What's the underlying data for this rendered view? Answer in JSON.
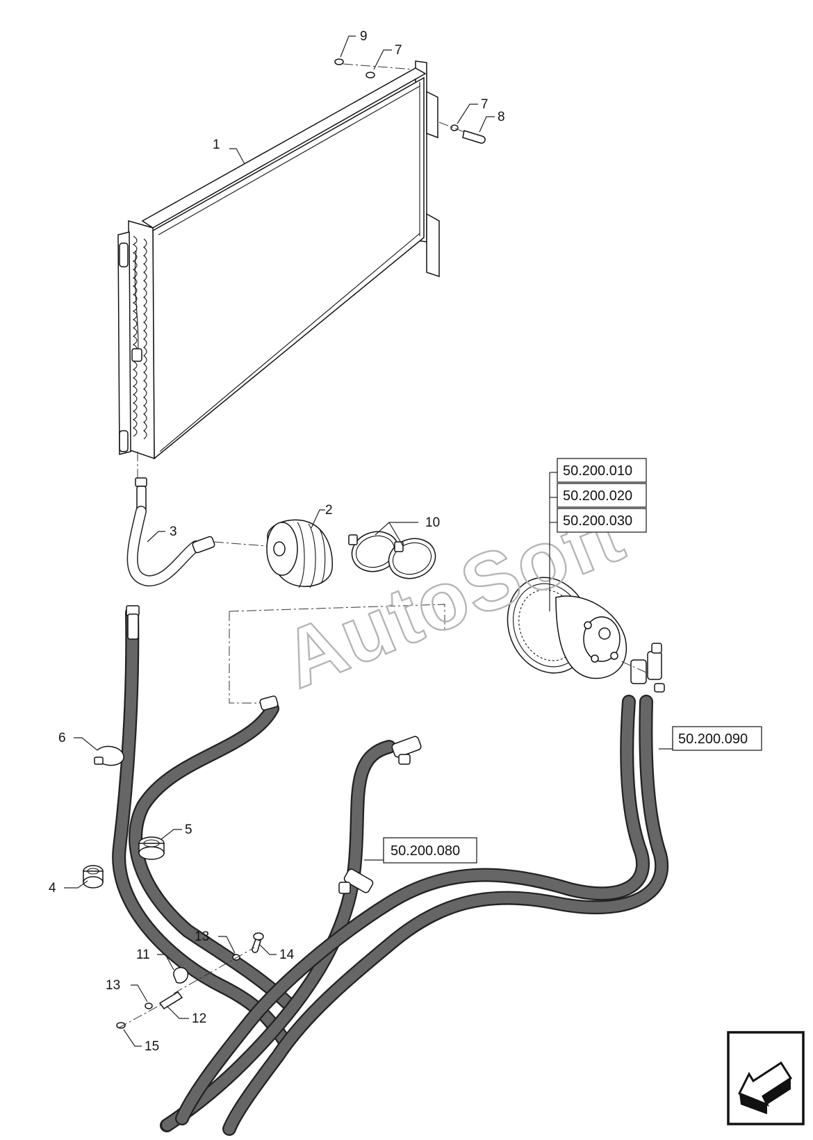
{
  "diagram": {
    "callouts": [
      {
        "id": "c1",
        "label": "1"
      },
      {
        "id": "c2",
        "label": "2"
      },
      {
        "id": "c3",
        "label": "3"
      },
      {
        "id": "c4",
        "label": "4"
      },
      {
        "id": "c5",
        "label": "5"
      },
      {
        "id": "c6",
        "label": "6"
      },
      {
        "id": "c7a",
        "label": "7"
      },
      {
        "id": "c7b",
        "label": "7"
      },
      {
        "id": "c8",
        "label": "8"
      },
      {
        "id": "c9",
        "label": "9"
      },
      {
        "id": "c10",
        "label": "10"
      },
      {
        "id": "c11",
        "label": "11"
      },
      {
        "id": "c12",
        "label": "12"
      },
      {
        "id": "c13a",
        "label": "13"
      },
      {
        "id": "c13b",
        "label": "13"
      },
      {
        "id": "c14",
        "label": "14"
      },
      {
        "id": "c15",
        "label": "15"
      }
    ],
    "references": [
      {
        "id": "r1",
        "label": "50.200.010"
      },
      {
        "id": "r2",
        "label": "50.200.020"
      },
      {
        "id": "r3",
        "label": "50.200.030"
      },
      {
        "id": "r4",
        "label": "50.200.090"
      },
      {
        "id": "r5",
        "label": "50.200.080"
      }
    ],
    "watermark": "AutoSoft",
    "nav_icon": "previous-page-arrow-icon"
  }
}
